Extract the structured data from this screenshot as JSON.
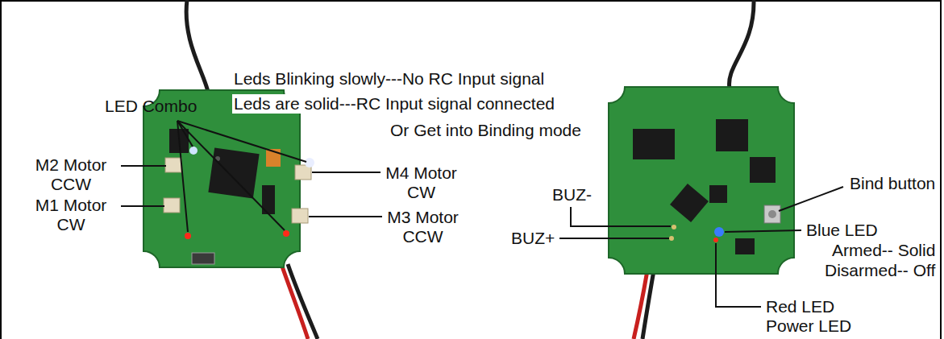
{
  "diagram": {
    "labels": [
      "Leds Blinking slowly---No RC Input signal",
      "Leds are solid---RC Input signal connected",
      "Or Get into Binding mode",
      "LED Combo",
      "M2 Motor CCW",
      "M1 Motor CW",
      "M4 Motor CW",
      "M3 Motor CCW",
      "BUZ-",
      "BUZ+",
      "Bind button",
      "Blue LED",
      "Armed-- Solid",
      "Disarmed-- Off",
      "Red LED",
      "Power LED"
    ]
  }
}
